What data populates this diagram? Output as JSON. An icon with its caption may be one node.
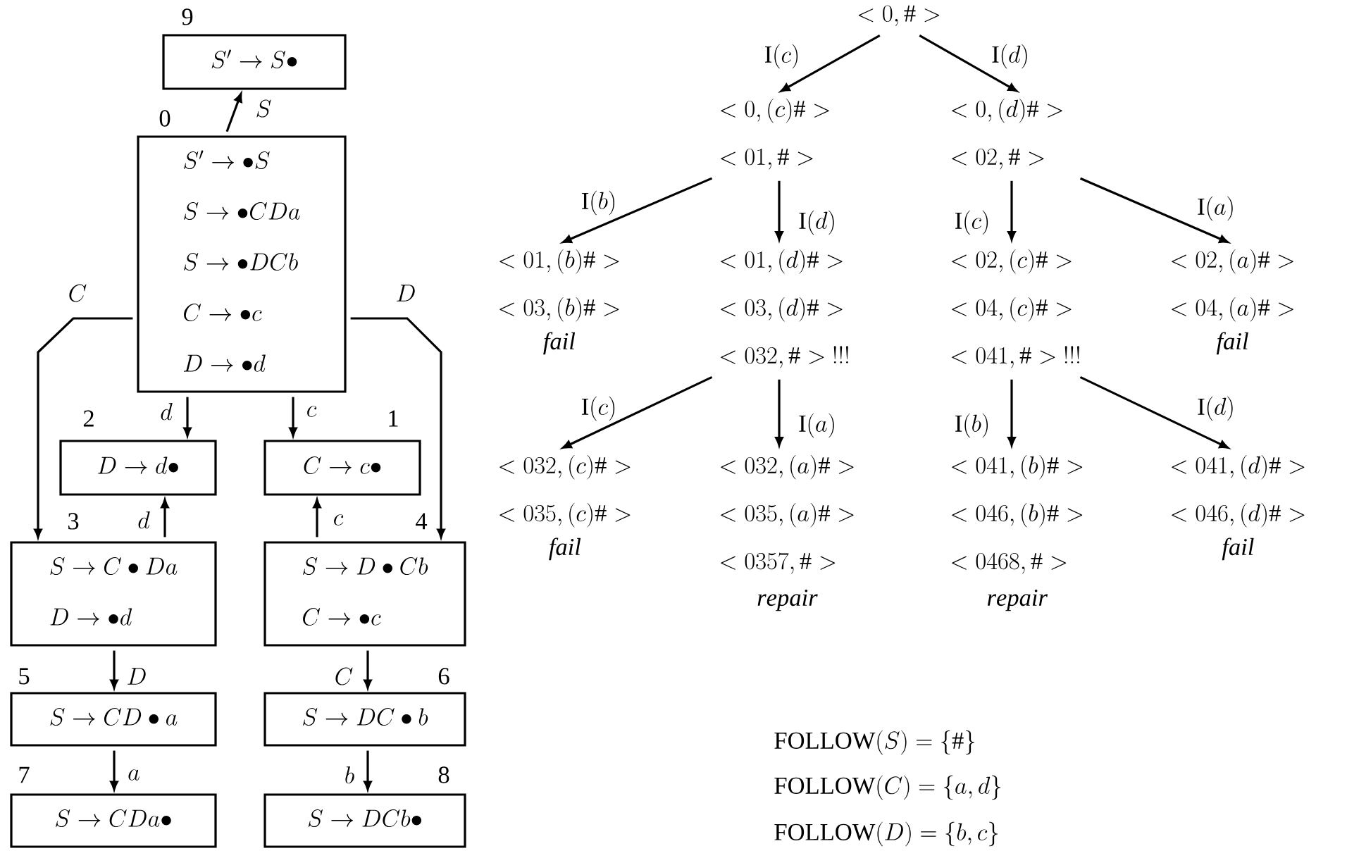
{
  "diagram": {
    "nodes": [
      {
        "text": [
          "S' \\to S \\bullet"
        ],
        "beside": [
          "9"
        ]
      },
      {
        "text": [
          "S' \\to \\bullet S",
          "S \\to \\bullet CDa",
          "S \\to \\bullet DCb",
          "C \\to \\bullet c",
          "D \\to \\bullet d"
        ],
        "beside": [
          "0"
        ]
      },
      {
        "text": [
          "D \\to d \\bullet"
        ],
        "beside": [
          "2"
        ]
      },
      {
        "text": [
          "C \\to c \\bullet"
        ],
        "beside": [
          "1"
        ]
      },
      {
        "text": [
          "S \\to C \\bullet Da",
          "D \\to \\bullet d"
        ],
        "beside": [
          "3"
        ]
      },
      {
        "text": [
          "S \\to D \\bullet Cb",
          "C \\to \\bullet c"
        ],
        "beside": [
          "4"
        ]
      },
      {
        "text": [
          "S \\to CD \\bullet a"
        ],
        "beside": [
          "5"
        ]
      },
      {
        "text": [
          "S \\to DC \\bullet b"
        ],
        "beside": [
          "6"
        ]
      },
      {
        "text": [
          "S \\to CDa \\bullet"
        ],
        "beside": [
          "7"
        ]
      },
      {
        "text": [
          "S \\to DCb \\bullet"
        ],
        "beside": [
          "8"
        ]
      },
      {
        "text": [
          "<0,\\#>"
        ]
      },
      {
        "text": [
          "<0,(c)\\#>",
          "<01,\\#>"
        ]
      },
      {
        "text": [
          "<0,(d)\\#>",
          "<02,\\#>"
        ]
      },
      {
        "text": [
          "<01,(b)\\#>",
          "<03,(b)\\#>",
          "\\mathit{fail}"
        ]
      },
      {
        "text": [
          "<01,(d)\\#>",
          "<03,(d)\\#>",
          "<032,\\#>\\ !!!"
        ]
      },
      {
        "text": [
          "<02,(c)\\#>",
          "<04,(c)\\#>",
          "<041,\\#>\\ !!!"
        ]
      },
      {
        "text": [
          "<02,(a)\\#>",
          "<04,(a)\\#>",
          "\\mathit{fail}"
        ]
      },
      {
        "text": [
          "<032,(c)\\#>",
          "<035,(c)\\#>",
          "\\mathit{fail}"
        ]
      },
      {
        "text": [
          "<032,(a)\\#>",
          "<035,(a)\\#>",
          "<0357,\\#>",
          "\\mathit{repair}"
        ]
      },
      {
        "text": [
          "<041,(b)\\#>",
          "<046,(b)\\#>",
          "<0468,\\#>",
          "\\mathit{repair}"
        ]
      },
      {
        "text": [
          "<041,(d)\\#>",
          "<046,(d)\\#>",
          "\\mathit{fail}"
        ]
      }
    ],
    "edges": [
      {
        "from": 1,
        "to": 0,
        "arrow": "to",
        "label": "S"
      },
      {
        "from": 1,
        "to": 4,
        "arrow": "to",
        "label": "C"
      },
      {
        "from": 1,
        "to": 5,
        "arrow": "to",
        "label": "D"
      },
      {
        "from": 1,
        "to": 2,
        "arrow": "to",
        "label": "d"
      },
      {
        "from": 1,
        "to": 3,
        "arrow": "to",
        "label": "c"
      },
      {
        "from": 4,
        "to": 2,
        "arrow": "to",
        "label": "d"
      },
      {
        "from": 5,
        "to": 3,
        "arrow": "to",
        "label": "c"
      },
      {
        "from": 4,
        "to": 6,
        "arrow": "to",
        "label": "D"
      },
      {
        "from": 5,
        "to": 7,
        "arrow": "to",
        "label": "C"
      },
      {
        "from": 6,
        "to": 8,
        "arrow": "to",
        "label": "a"
      },
      {
        "from": 7,
        "to": 9,
        "arrow": "to",
        "label": "b"
      },
      {
        "from": 10,
        "to": 11,
        "arrow": "to",
        "label": "\\mathrm{I}(c)"
      },
      {
        "from": 10,
        "to": 12,
        "arrow": "to",
        "label": "\\mathrm{I}(d)"
      },
      {
        "from": 11,
        "to": 13,
        "arrow": "to",
        "label": "\\mathrm{I}(b)"
      },
      {
        "from": 11,
        "to": 14,
        "arrow": "to",
        "label": "\\mathrm{I}(d)"
      },
      {
        "from": 12,
        "to": 15,
        "arrow": "to",
        "label": "\\mathrm{I}(c)"
      },
      {
        "from": 12,
        "to": 16,
        "arrow": "to",
        "label": "\\mathrm{I}(a)"
      },
      {
        "from": 14,
        "to": 17,
        "arrow": "to",
        "label": "\\mathrm{I}(c)"
      },
      {
        "from": 14,
        "to": 18,
        "arrow": "to",
        "label": "\\mathrm{I}(a)"
      },
      {
        "from": 15,
        "to": 19,
        "arrow": "to",
        "label": "\\mathrm{I}(b)"
      },
      {
        "from": 15,
        "to": 20,
        "arrow": "to",
        "label": "\\mathrm{I}(d)"
      }
    ],
    "labels": [
      "\\mathrm{FOLLOW}(S) = \\{\\#\\}",
      "\\mathrm{FOLLOW}(C) = \\{a, d\\}",
      "\\mathrm{FOLLOW}(D) = \\{b, c\\}"
    ]
  }
}
